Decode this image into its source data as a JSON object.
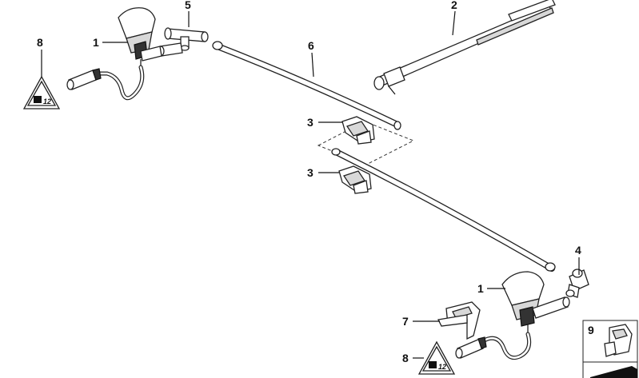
{
  "callouts": {
    "c1a": "1",
    "c1b": "1",
    "c2": "2",
    "c3a": "3",
    "c3b": "3",
    "c4": "4",
    "c5": "5",
    "c6": "6",
    "c7": "7",
    "c8a": "8",
    "c8b": "8",
    "c9": "9"
  },
  "icons": {
    "nozzle": "washer-nozzle-icon",
    "tconnector": "t-connector-icon",
    "wiper": "wiper-blade-icon",
    "clip": "hose-clip-icon",
    "hose": "washer-hose-icon",
    "elbow": "elbow-connector-icon",
    "heater": "heating-element-icon",
    "warning": "warning-triangle-icon",
    "retainer": "retainer-clip-icon"
  }
}
